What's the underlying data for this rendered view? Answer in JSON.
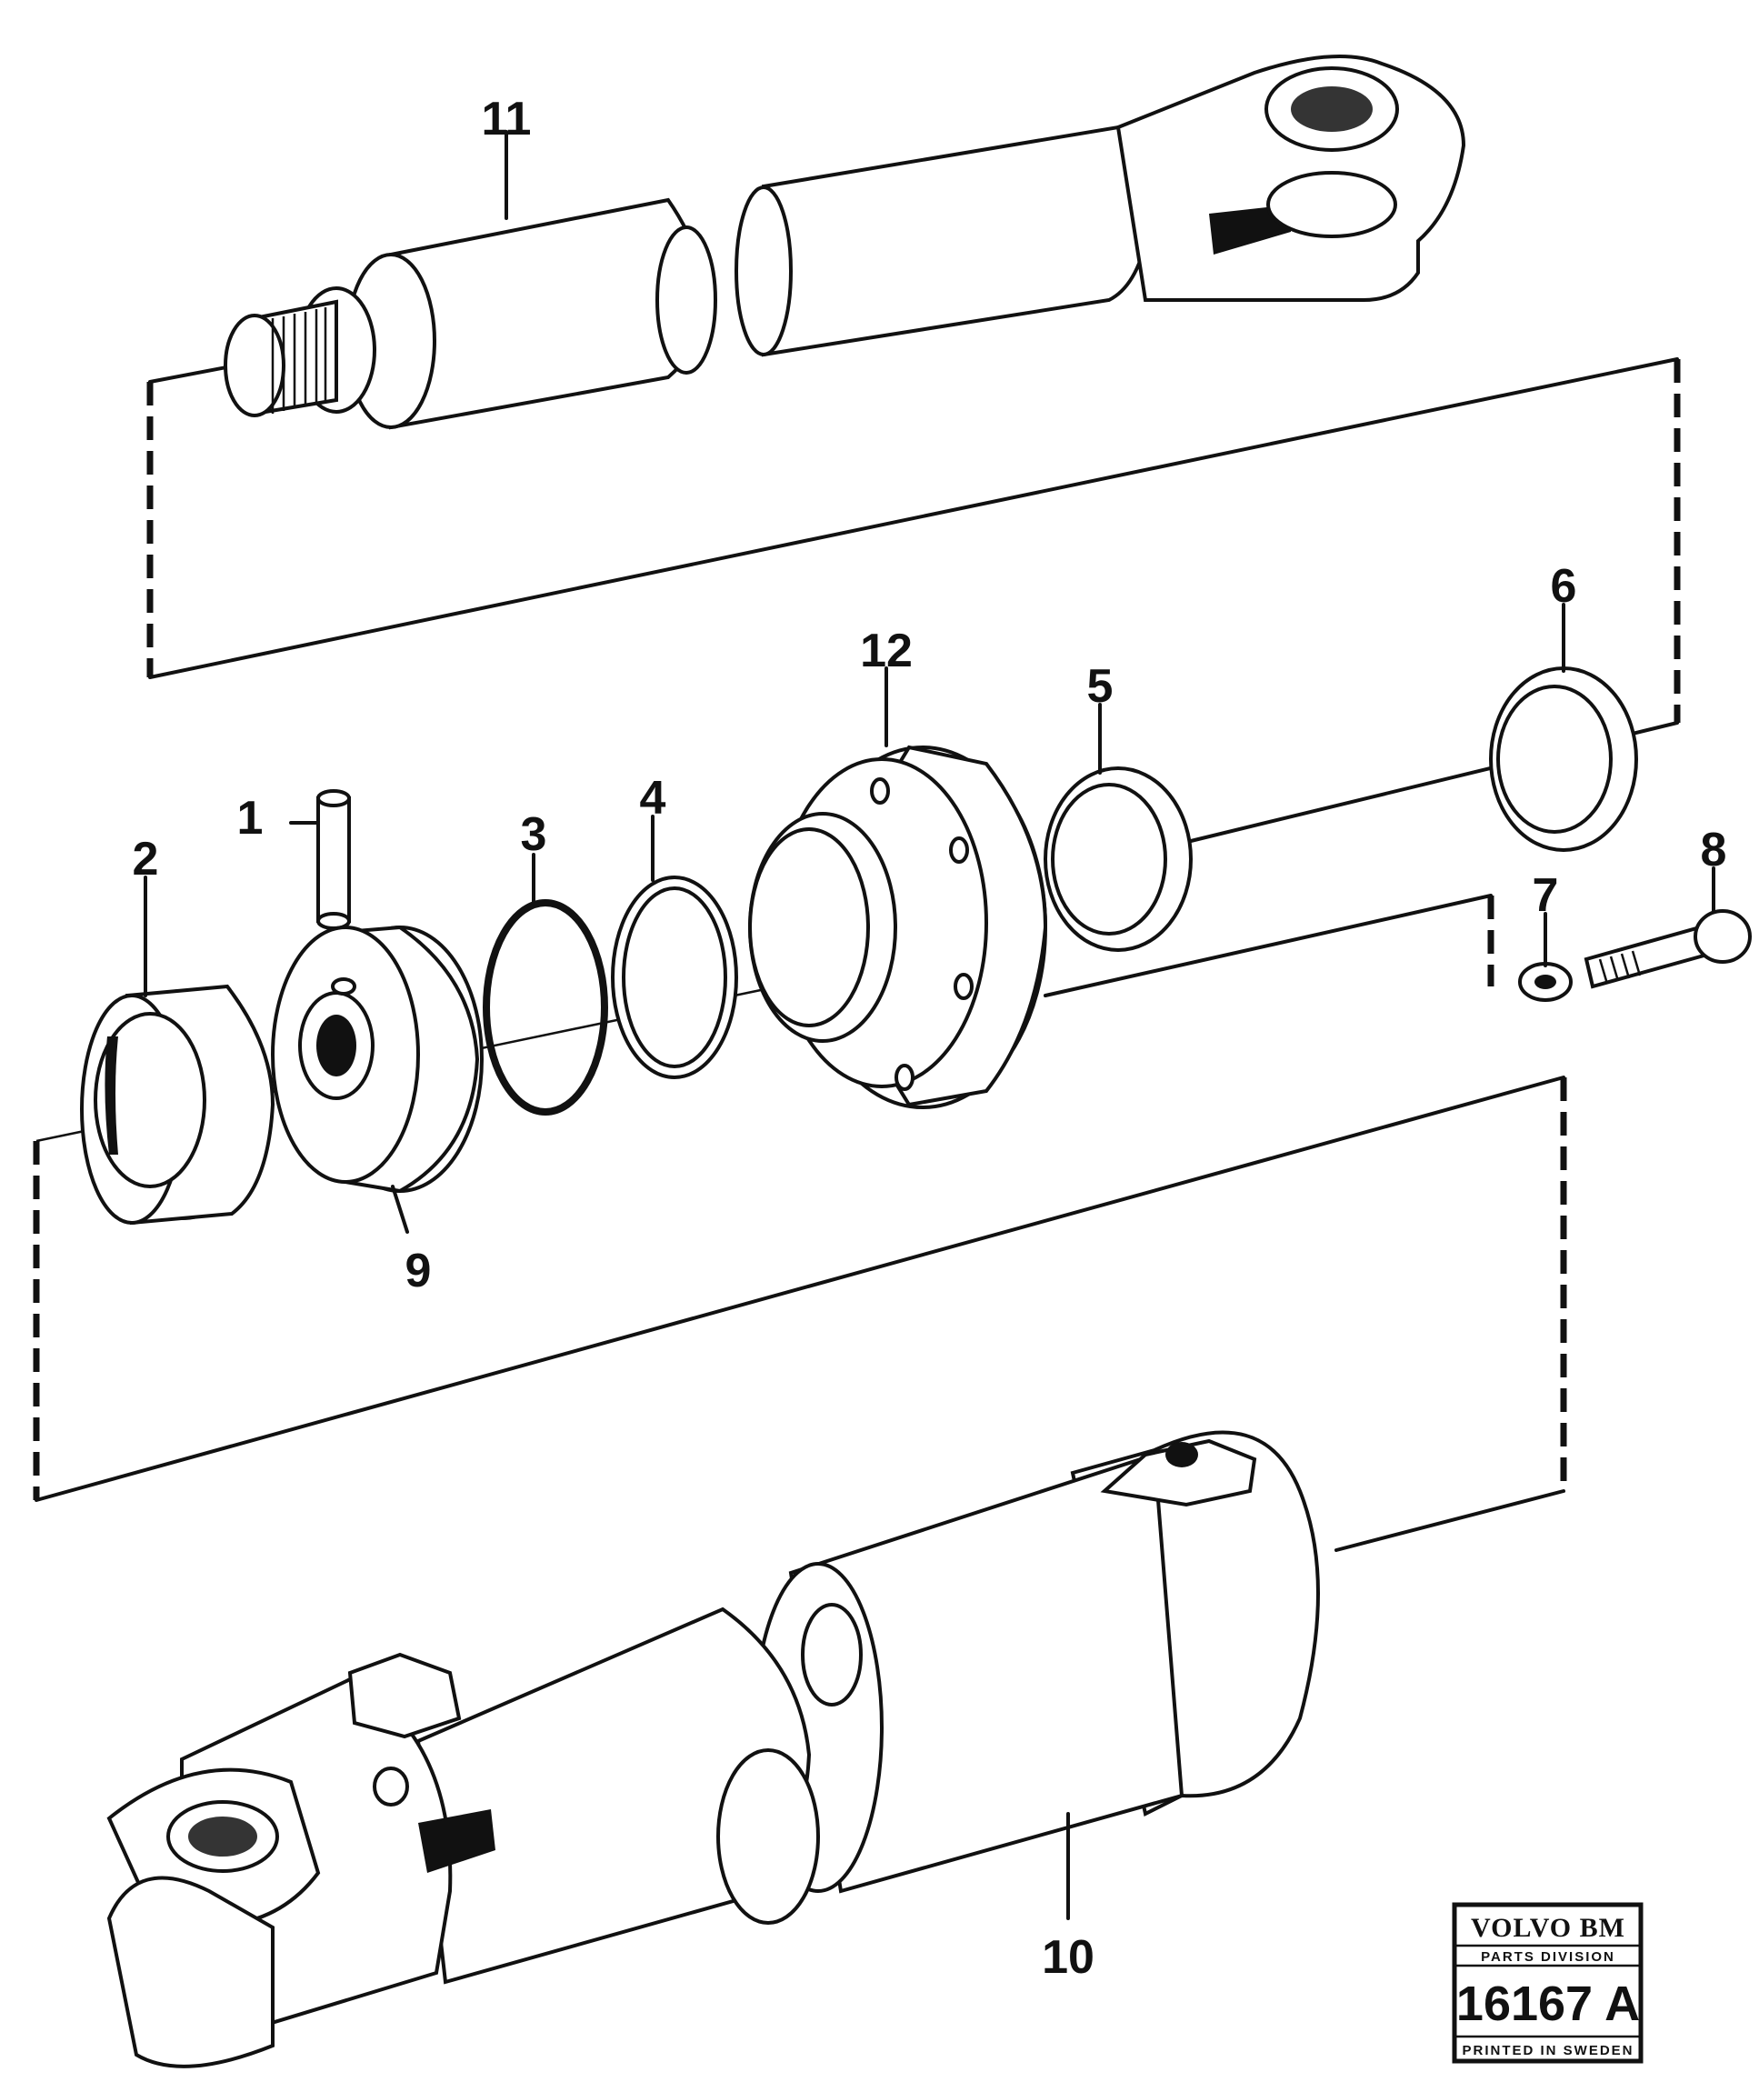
{
  "labels": {
    "p1": "1",
    "p2": "2",
    "p3": "3",
    "p4": "4",
    "p5": "5",
    "p6": "6",
    "p7": "7",
    "p8": "8",
    "p9": "9",
    "p10": "10",
    "p11": "11",
    "p12": "12"
  },
  "stamp": {
    "brand": "VOLVO BM",
    "division": "PARTS DIVISION",
    "number": "16167 A",
    "footer": "PRINTED IN SWEDEN"
  },
  "colors": {
    "ink": "#111111",
    "paper": "#ffffff"
  }
}
